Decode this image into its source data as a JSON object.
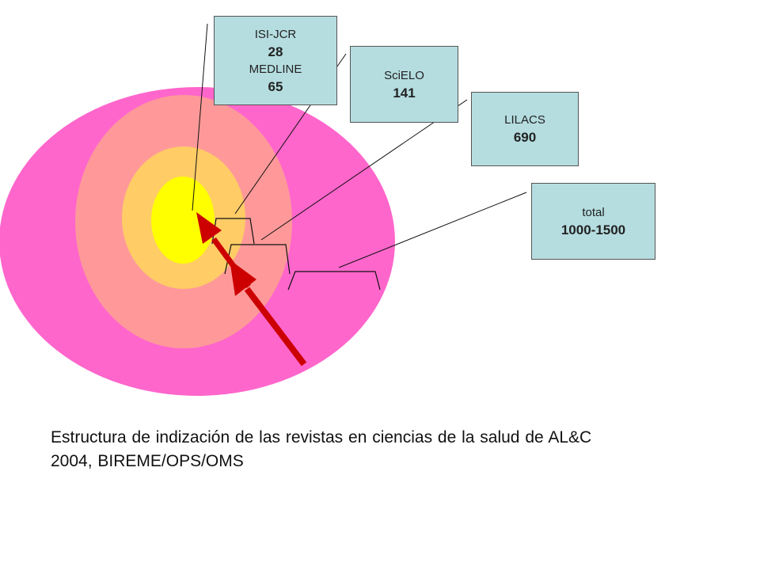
{
  "colors": {
    "outer_ring": "#ff66cc",
    "second_ring": "#ff9999",
    "third_ring": "#ffcc66",
    "core": "#ffff00",
    "label_box_fill": "#b5dde0",
    "arrows": "#cc0000",
    "leader_lines": "#111111"
  },
  "boxes": [
    {
      "id": "isi",
      "lines": [
        {
          "text": "ISI-JCR",
          "bold": false
        },
        {
          "text": "28",
          "bold": true
        },
        {
          "text": "MEDLINE",
          "bold": false
        },
        {
          "text": "65",
          "bold": true
        }
      ]
    },
    {
      "id": "scielo",
      "lines": [
        {
          "text": "SciELO",
          "bold": false
        },
        {
          "text": "141",
          "bold": true
        }
      ]
    },
    {
      "id": "lilacs",
      "lines": [
        {
          "text": "LILACS",
          "bold": false
        },
        {
          "text": "690",
          "bold": true
        }
      ]
    },
    {
      "id": "total",
      "lines": [
        {
          "text": "total",
          "bold": false
        },
        {
          "text": "1000-1500",
          "bold": true
        }
      ]
    }
  ],
  "caption": {
    "line1": "Estructura de indización de las revistas en ciencias de la salud de AL&C",
    "line2": "2004, BIREME/OPS/OMS"
  }
}
